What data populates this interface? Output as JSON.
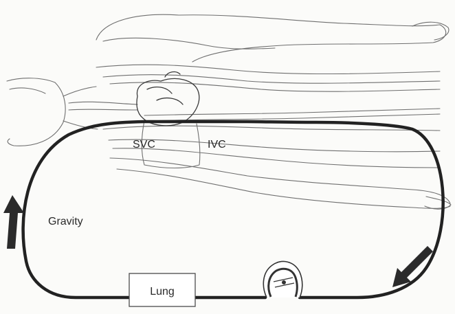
{
  "labels": {
    "svc": "SVC",
    "ivc": "IVC",
    "gravity": "Gravity",
    "lung": "Lung"
  },
  "colors": {
    "circuit": "#222222",
    "sketch": "#6e6e6e",
    "background": "#fbfbf9"
  },
  "icons": {
    "pump": "roller-pump-icon",
    "flow_up": "arrow-up-icon",
    "flow_down": "arrow-down-left-icon"
  }
}
